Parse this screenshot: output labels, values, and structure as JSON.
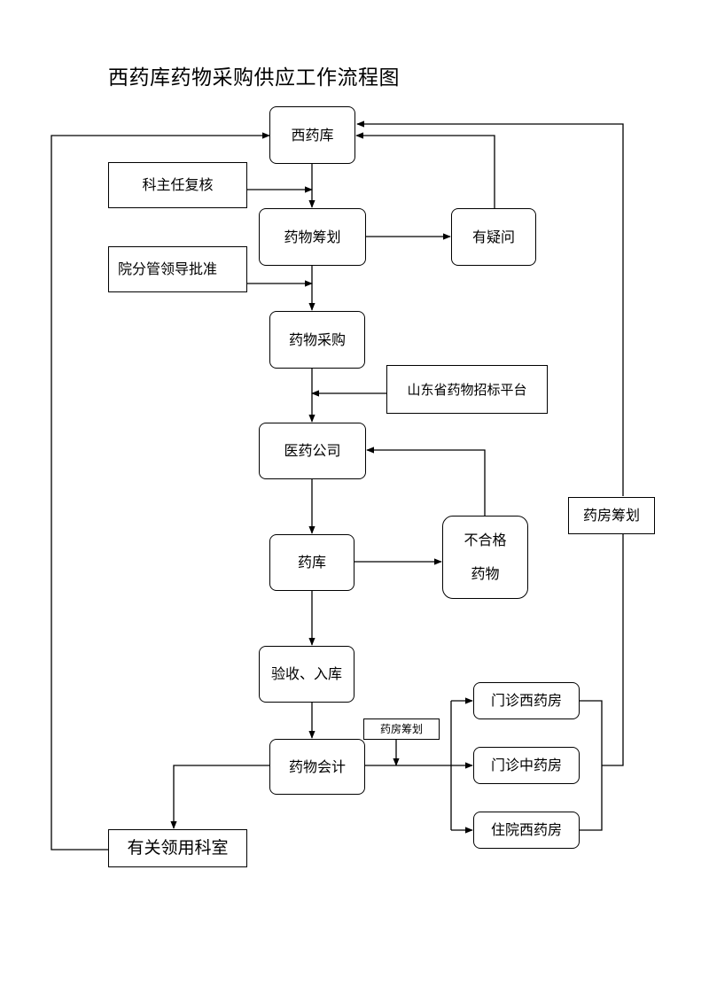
{
  "title": "西药库药物采购供应工作流程图",
  "nodes": {
    "xiyaoku": "西药库",
    "kezhuren": "科主任复核",
    "yaowu_chouhua": "药物筹划",
    "youyiwen": "有疑问",
    "yuanfenguan": "院分管领导批准",
    "yaowu_caigou": "药物采购",
    "shandong": "山东省药物招标平台",
    "yiyao_gongsi": "医药公司",
    "buhege_line1": "不合格",
    "buhege_line2": "药物",
    "yaoku": "药库",
    "yaofang_chouhua_right": "药房筹划",
    "yanshou": "验收、入库",
    "yaofang_chouhua_small": "药房筹划",
    "yaowu_kuaiji": "药物会计",
    "menzhen_xiyao": "门诊西药房",
    "menzhen_zhongyao": "门诊中药房",
    "zhuyuan_xiyao": "住院西药房",
    "youguan_keshi": "有关领用科室"
  }
}
